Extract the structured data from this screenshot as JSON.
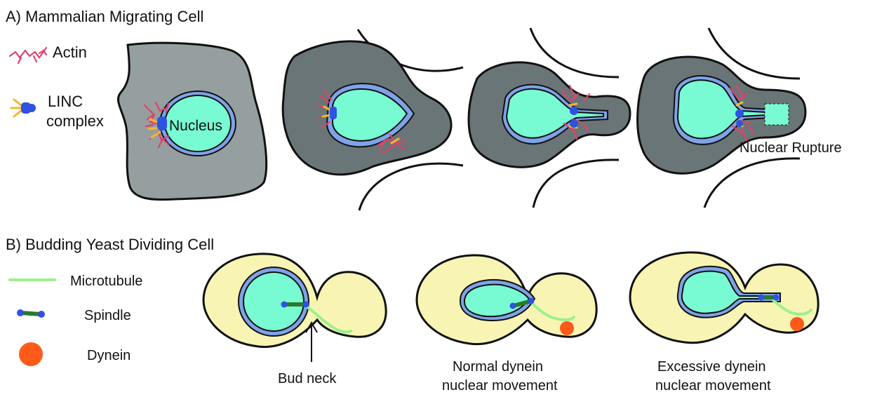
{
  "panel_a": {
    "title": "A) Mammalian Migrating Cell",
    "legend": {
      "actin": "Actin",
      "linc_line1": "LINC",
      "linc_line2": "complex"
    },
    "nucleus_label": "Nucleus",
    "rupture_label": "Nuclear Rupture"
  },
  "panel_b": {
    "title": "B) Budding Yeast Dividing Cell",
    "legend": {
      "microtubule": "Microtubule",
      "spindle": "Spindle",
      "dynein": "Dynein"
    },
    "bud_neck": "Bud neck",
    "normal_line1": "Normal dynein",
    "normal_line2": "nuclear movement",
    "excessive_line1": "Excessive dynein",
    "excessive_line2": "nuclear movement"
  },
  "colors": {
    "cell_light": "#959fa0",
    "cell_dark": "#6a7577",
    "nucleus": "#78fad2",
    "envelope": "#7fa3e8",
    "actin": "#e0426b",
    "linc_yellow": "#f2b830",
    "linc_blue": "#2f52e0",
    "yeast": "#f8f5b4",
    "microtubule": "#9cf08c",
    "spindle": "#2a7a2a",
    "dynein": "#ff5a1a"
  }
}
